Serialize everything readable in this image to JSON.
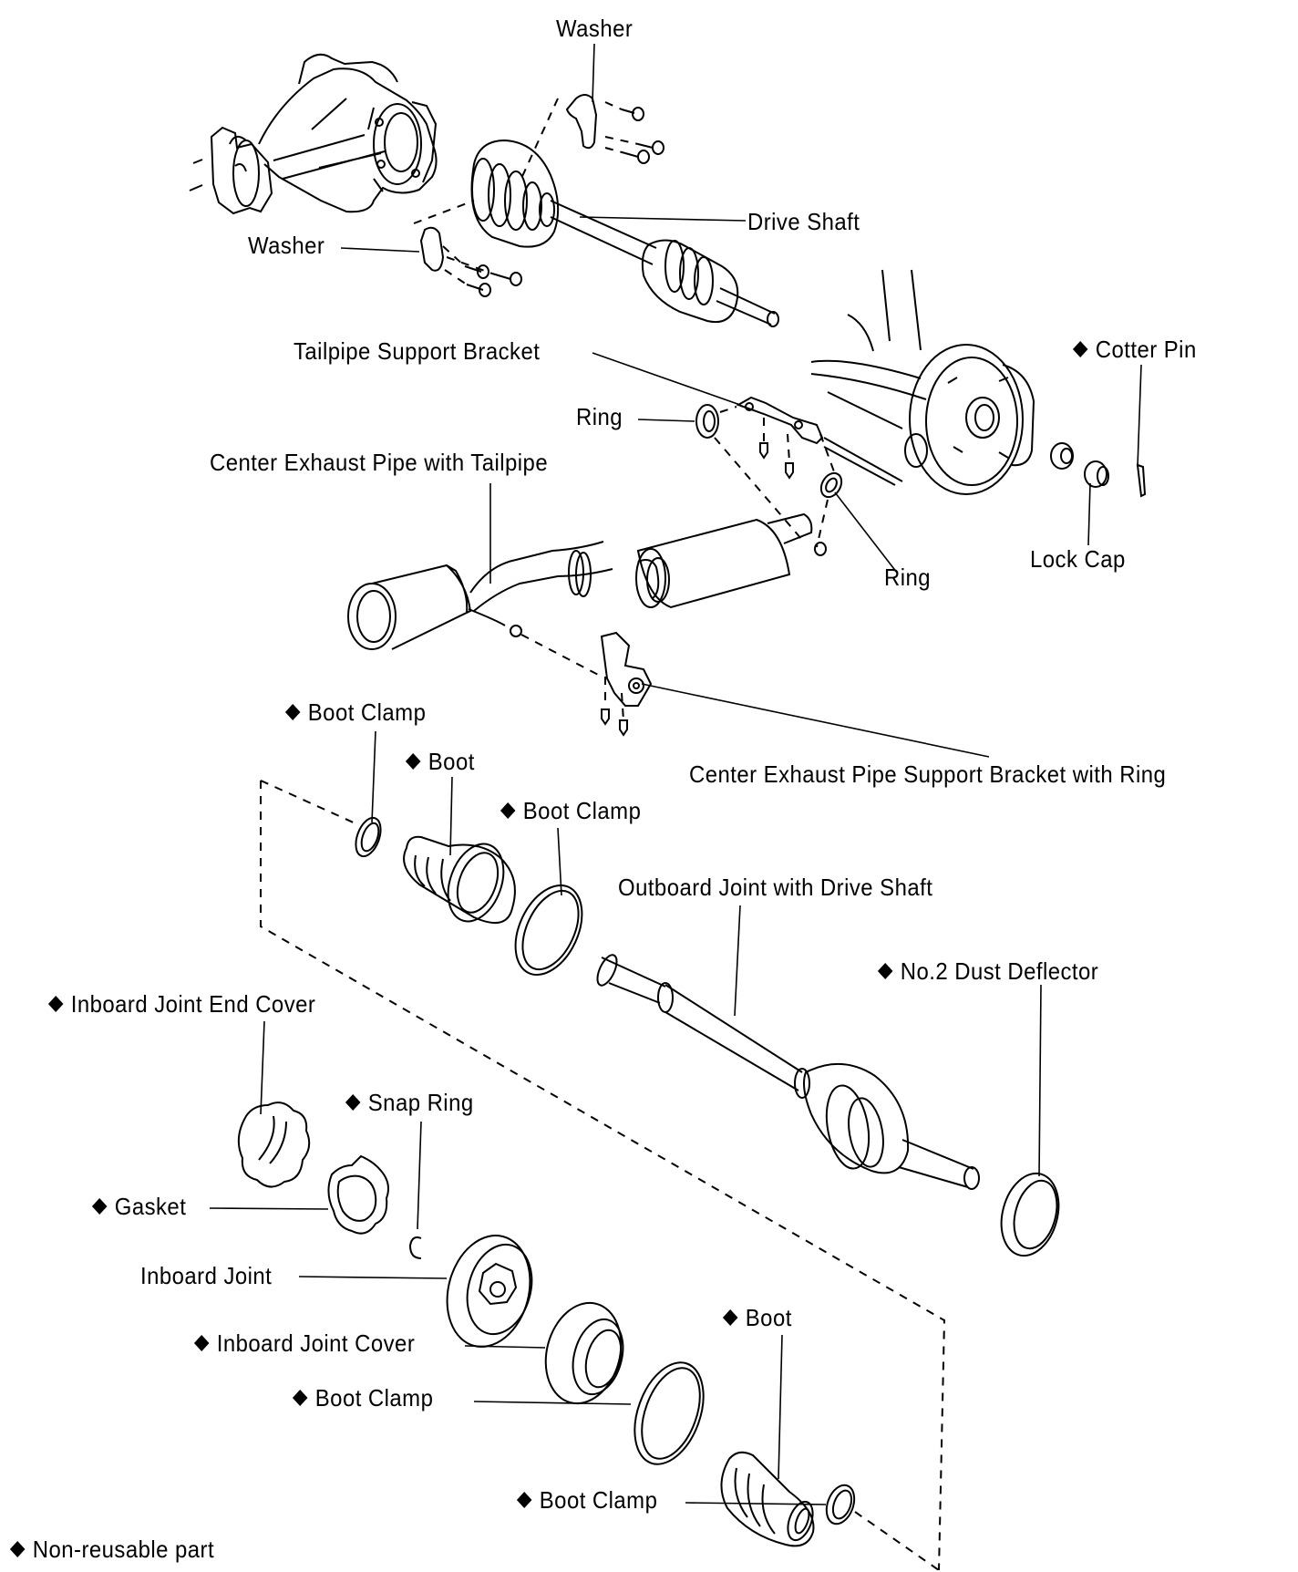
{
  "diagram": {
    "type": "exploded-parts-view",
    "subject": "Rear drive shaft and center exhaust pipe",
    "labels": {
      "washer_top": {
        "text": "Washer",
        "non_reusable": false
      },
      "washer_left": {
        "text": "Washer",
        "non_reusable": false
      },
      "drive_shaft": {
        "text": "Drive Shaft",
        "non_reusable": false
      },
      "tailpipe_support_bracket": {
        "text": "Tailpipe Support Bracket",
        "non_reusable": false
      },
      "cotter_pin": {
        "text": "Cotter Pin",
        "non_reusable": true
      },
      "ring_upper": {
        "text": "Ring",
        "non_reusable": false
      },
      "center_exhaust_pipe": {
        "text": "Center Exhaust Pipe with Tailpipe",
        "non_reusable": false
      },
      "ring_right": {
        "text": "Ring",
        "non_reusable": false
      },
      "lock_cap": {
        "text": "Lock Cap",
        "non_reusable": false
      },
      "boot_clamp_1": {
        "text": "Boot Clamp",
        "non_reusable": true
      },
      "boot_1": {
        "text": "Boot",
        "non_reusable": true
      },
      "boot_clamp_2": {
        "text": "Boot Clamp",
        "non_reusable": true
      },
      "center_exhaust_support_bracket": {
        "text": "Center Exhaust Pipe Support Bracket with Ring",
        "non_reusable": false
      },
      "outboard_joint": {
        "text": "Outboard Joint with Drive Shaft",
        "non_reusable": false
      },
      "dust_deflector": {
        "text": "No.2 Dust Deflector",
        "non_reusable": true
      },
      "inboard_joint_end_cover": {
        "text": "Inboard Joint End Cover",
        "non_reusable": true
      },
      "snap_ring": {
        "text": "Snap Ring",
        "non_reusable": true
      },
      "gasket": {
        "text": "Gasket",
        "non_reusable": true
      },
      "inboard_joint": {
        "text": "Inboard Joint",
        "non_reusable": false
      },
      "inboard_joint_cover": {
        "text": "Inboard Joint Cover",
        "non_reusable": true
      },
      "boot_2": {
        "text": "Boot",
        "non_reusable": true
      },
      "boot_clamp_3": {
        "text": "Boot Clamp",
        "non_reusable": true
      },
      "boot_clamp_4": {
        "text": "Boot Clamp",
        "non_reusable": true
      }
    },
    "legend": {
      "symbol": "diamond-icon",
      "text": "Non-reusable part"
    },
    "colors": {
      "ink": "#000000",
      "paper": "#ffffff"
    }
  }
}
